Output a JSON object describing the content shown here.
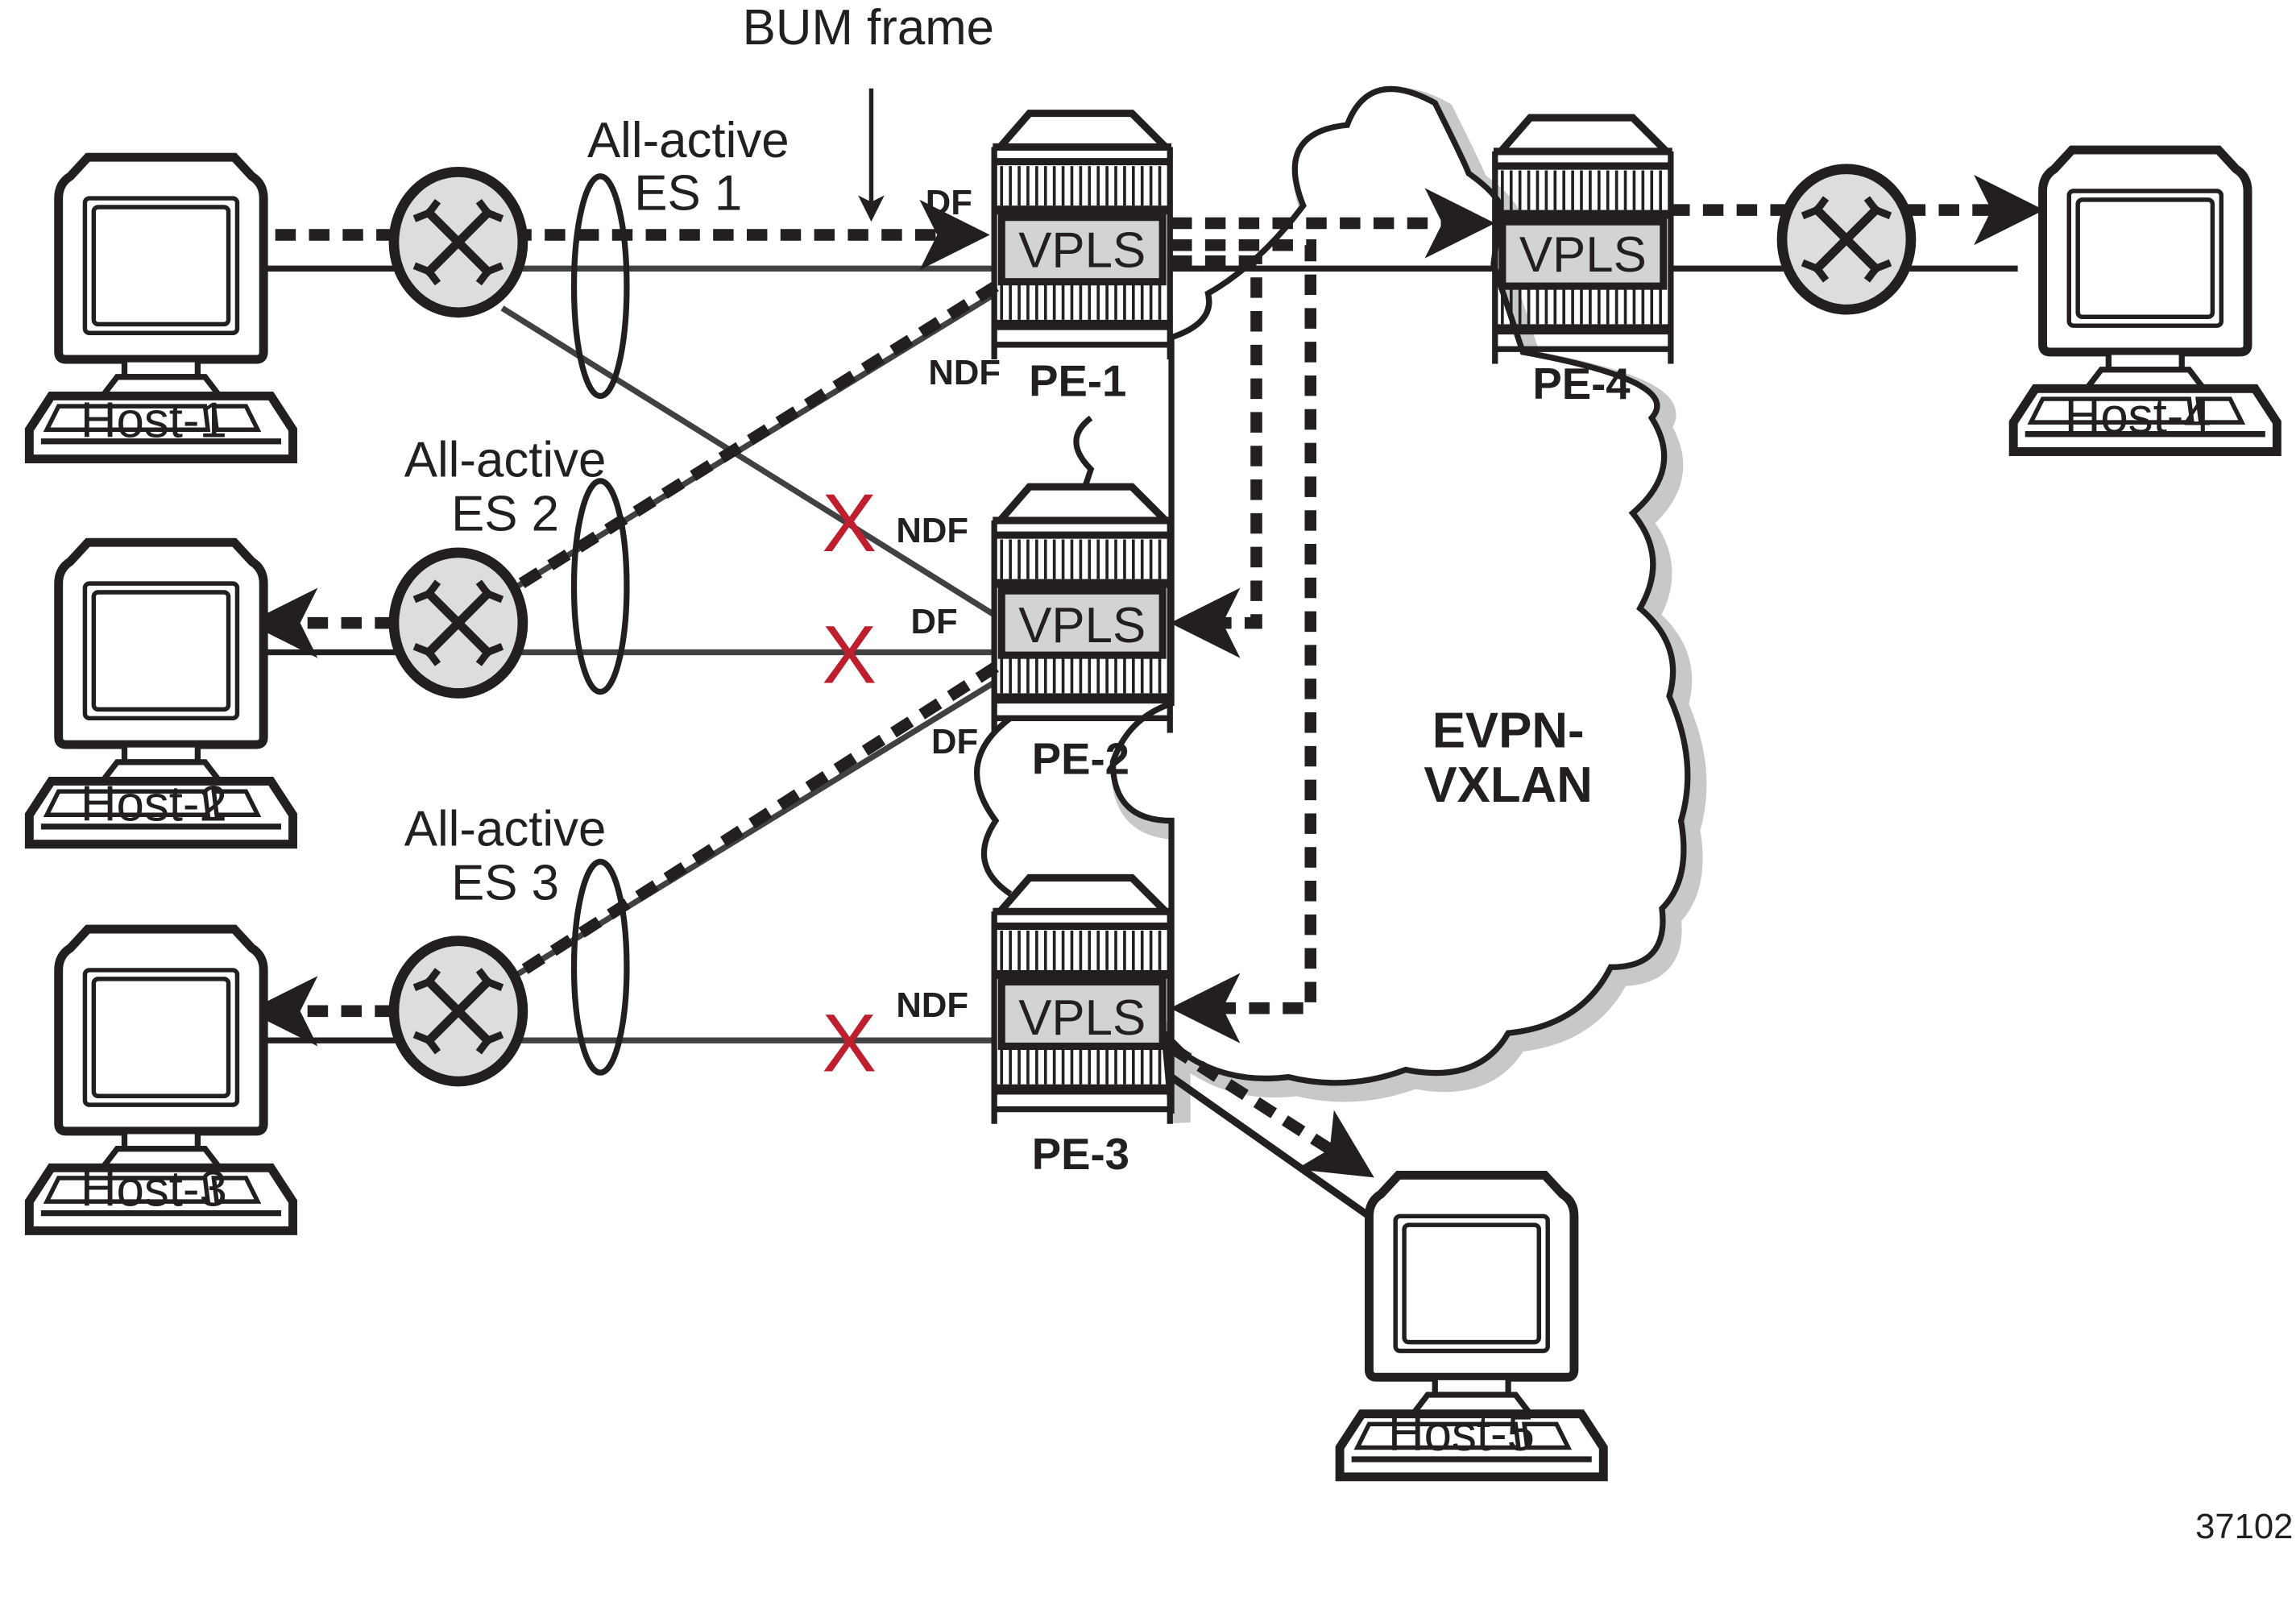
{
  "title": "BUM frame",
  "colors": {
    "stroke": "#231f20",
    "link": "#414042",
    "switch_fill": "#dcdddf",
    "vpls_fill": "#d1d3d4",
    "blocked": "#be1e2d",
    "shadow": "#c7c8ca"
  },
  "hosts": [
    {
      "label": "Host-1"
    },
    {
      "label": "Host-2"
    },
    {
      "label": "Host-3"
    },
    {
      "label": "Host-4"
    },
    {
      "label": "Host-5"
    }
  ],
  "ethernet_segments": [
    {
      "line1": "All-active",
      "line2": "ES 1"
    },
    {
      "line1": "All-active",
      "line2": "ES 2"
    },
    {
      "line1": "All-active",
      "line2": "ES 3"
    }
  ],
  "pes": [
    {
      "label": "PE-1",
      "service": "VPLS"
    },
    {
      "label": "PE-2",
      "service": "VPLS"
    },
    {
      "label": "PE-3",
      "service": "VPLS"
    },
    {
      "label": "PE-4",
      "service": "VPLS"
    }
  ],
  "roles": {
    "pe1_es1": "DF",
    "pe1_es2": "NDF",
    "pe2_es1": "NDF",
    "pe2_es2": "DF",
    "pe2_es3": "DF",
    "pe3_es3": "NDF"
  },
  "blocked_mark": "X",
  "cloud": {
    "line1": "EVPN-",
    "line2": "VXLAN"
  },
  "figure_id": "37102"
}
